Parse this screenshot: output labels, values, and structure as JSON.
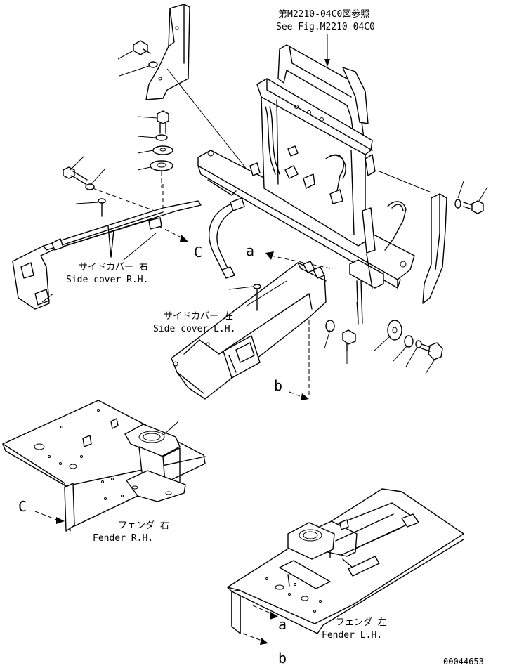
{
  "ref_note": {
    "line1": "第M2210-04C0図参照",
    "line2": "See Fig.M2210-04C0"
  },
  "labels": {
    "side_cover_rh_jp": "サイドカバー 右",
    "side_cover_rh_en": "Side cover R.H.",
    "side_cover_lh_jp": "サイドカバー 左",
    "side_cover_lh_en": "Side cover L.H.",
    "fender_rh_jp": "フェンダ 右",
    "fender_rh_en": "Fender R.H.",
    "fender_lh_jp": "フェンダ 左",
    "fender_lh_en": "Fender L.H."
  },
  "view_refs": {
    "a_top": "a",
    "a_bottom": "a",
    "b_top": "b",
    "b_bottom": "b",
    "c_top": "C",
    "c_bottom": "C"
  },
  "drawing_number": "00044653"
}
